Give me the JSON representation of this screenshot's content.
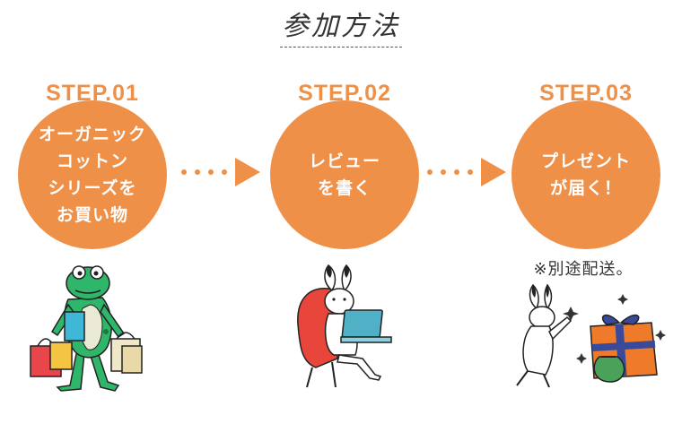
{
  "title": "参加方法",
  "steps": [
    {
      "label": "STEP.01",
      "lines": [
        "オーガニック",
        "コットン",
        "シリーズを",
        "お買い物"
      ]
    },
    {
      "label": "STEP.02",
      "lines": [
        "レビュー",
        "を書く"
      ]
    },
    {
      "label": "STEP.03",
      "lines": [
        "プレゼント",
        "が届く！"
      ]
    }
  ],
  "note": "※別途配送。",
  "colors": {
    "accent": "#ef9048",
    "text": "#333333"
  },
  "illustrations": [
    "frog-shopping-icon",
    "rabbit-laptop-icon",
    "rabbit-gift-icon"
  ]
}
